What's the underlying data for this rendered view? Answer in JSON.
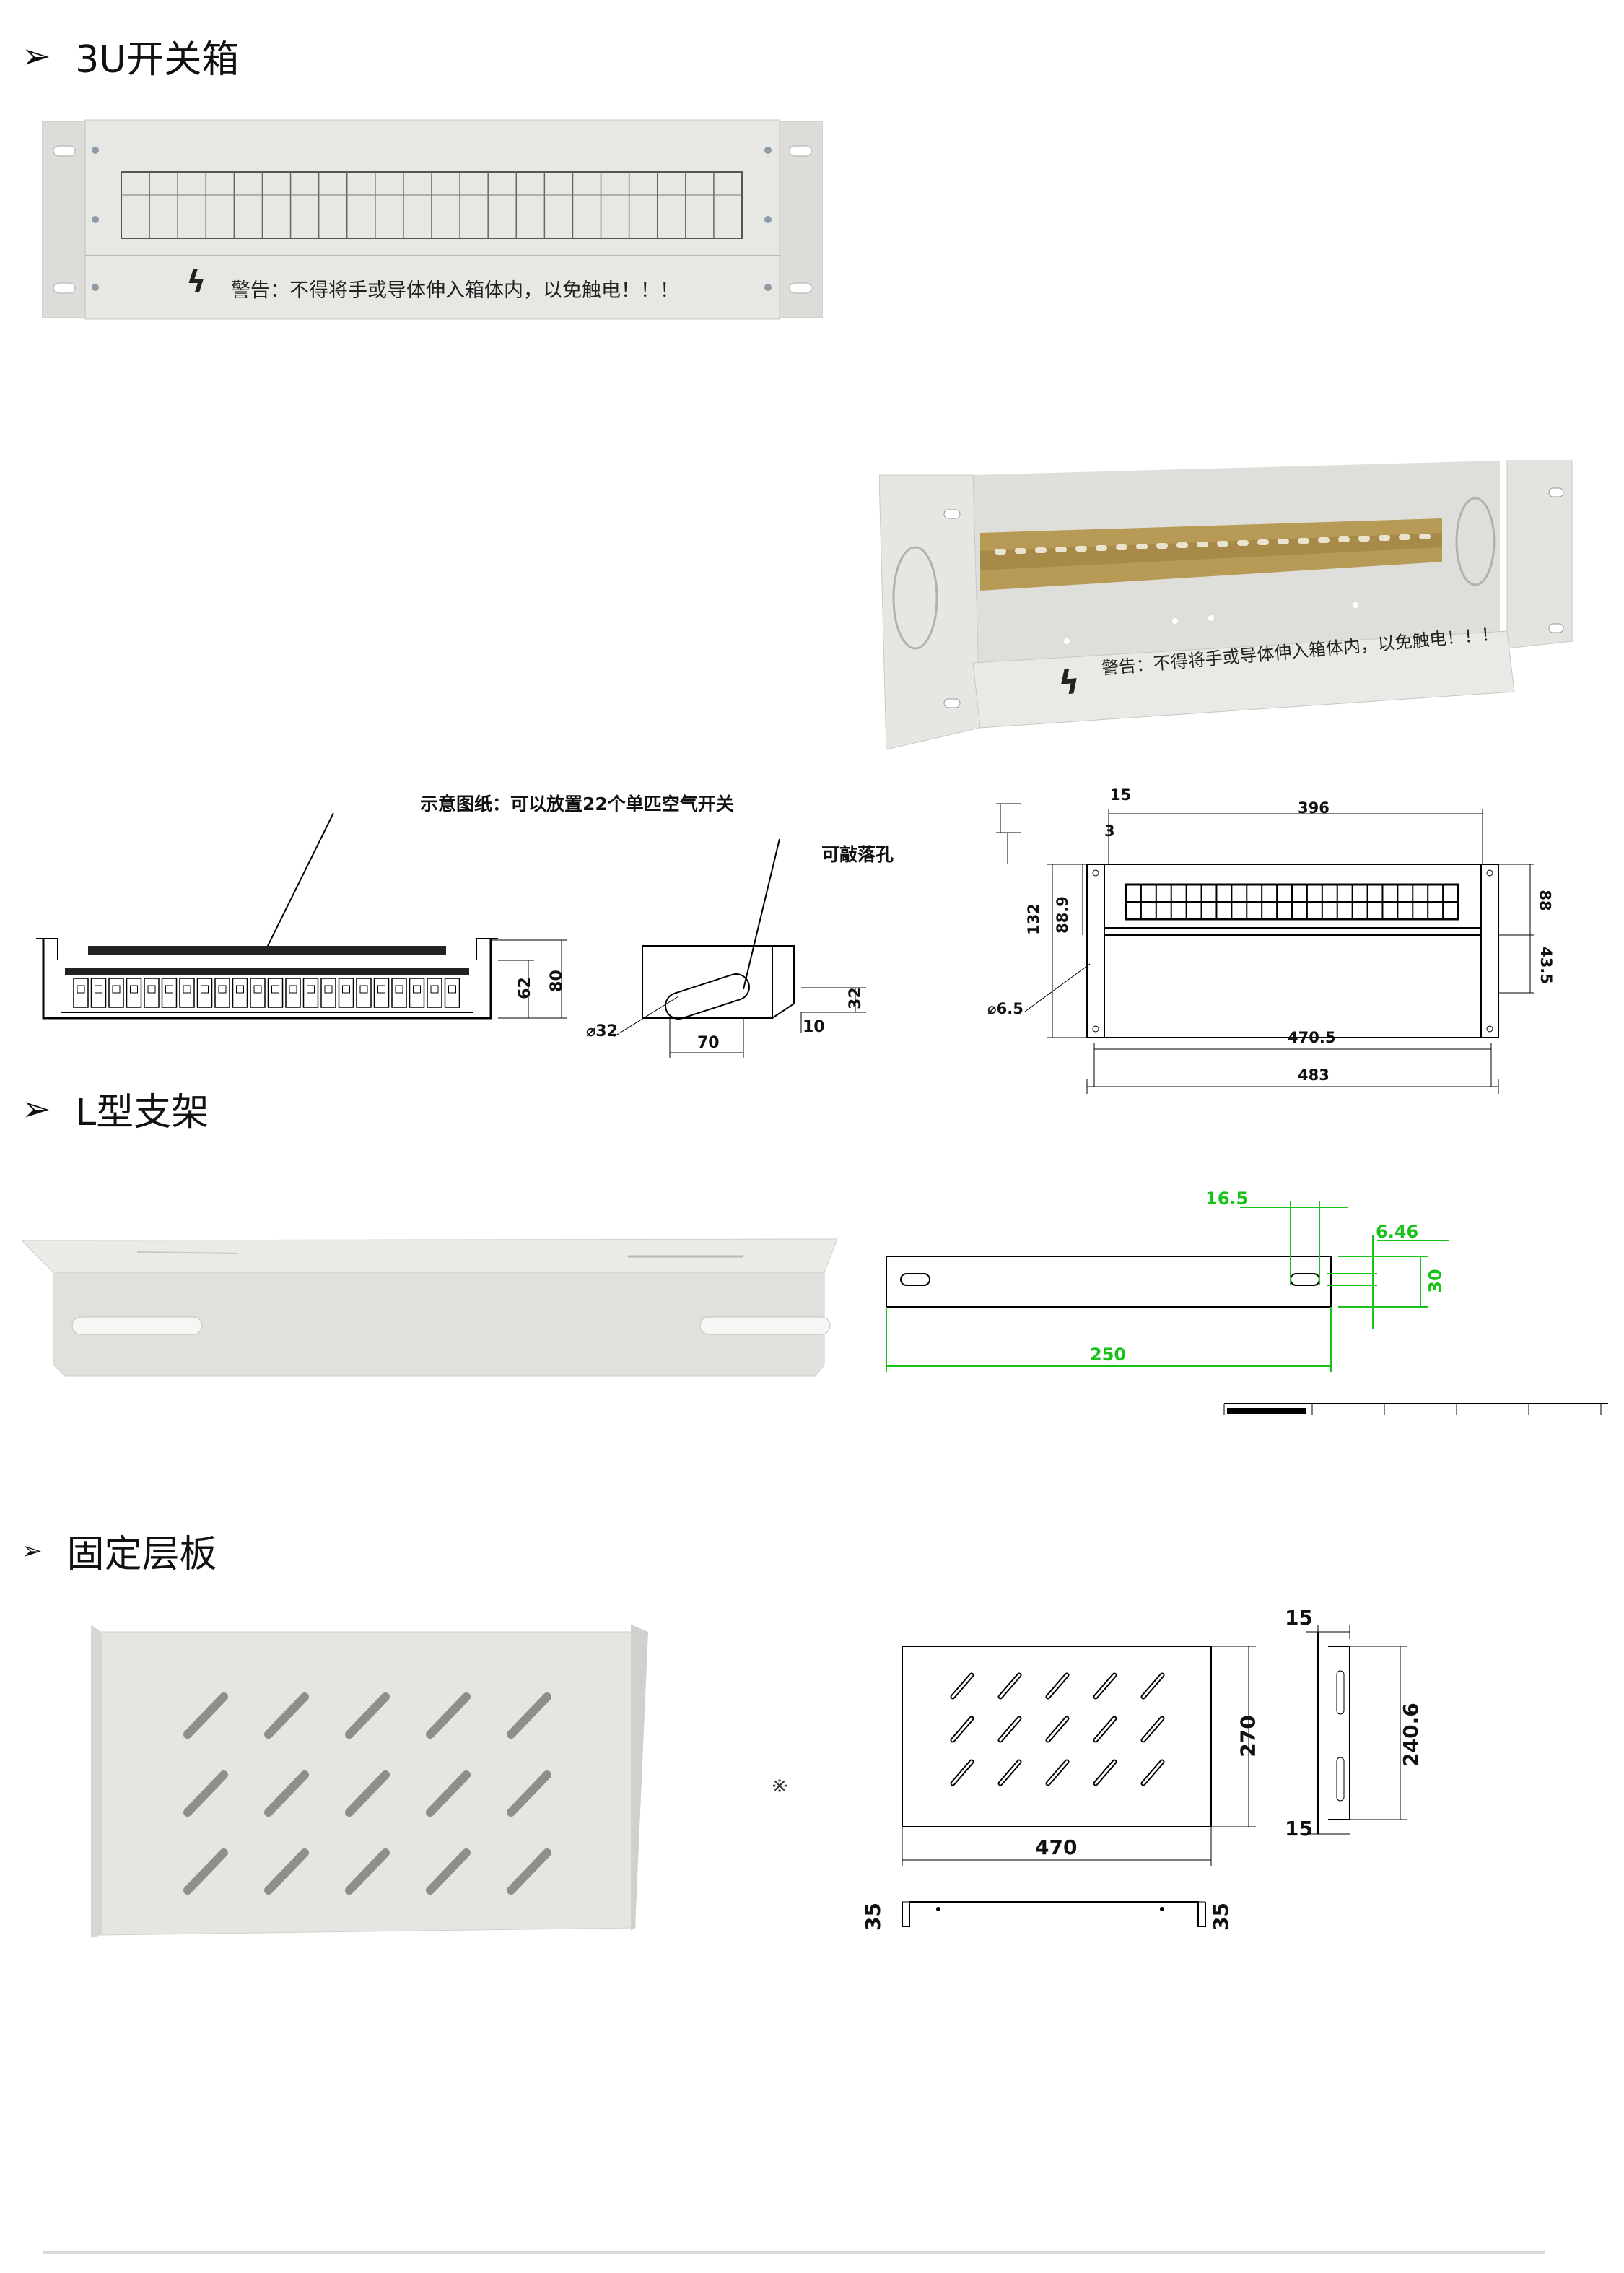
{
  "sections": [
    {
      "marker": "➢",
      "title": "3U开关箱"
    },
    {
      "marker": "➢",
      "title": "L型支架"
    },
    {
      "marker": "➢",
      "title": "固定层板"
    }
  ],
  "switchbox": {
    "front_warning": "警告：不得将手或导体伸入箱体内，以免触电！！！",
    "side_warning": "警告：不得将手或导体伸入箱体内，以免触电！！！",
    "lightning_glyph": "ϟ",
    "drawing_note": "示意图纸：可以放置22个单匹空气开关",
    "knockout_note": "可敲落孔",
    "dims": {
      "h62": "62",
      "h80": "80",
      "d32": "⌀32",
      "w70": "70",
      "w10": "10",
      "h32": "32",
      "w15": "15",
      "w3": "3",
      "w396": "396",
      "h132": "132",
      "h88_9": "88.9",
      "h88": "88",
      "h43_5": "43.5",
      "d6_5": "⌀6.5",
      "w470_5": "470.5",
      "w483": "483"
    }
  },
  "lbracket": {
    "dims": {
      "w16_5": "16.5",
      "w6_46": "6.46",
      "h30": "30",
      "w250": "250"
    }
  },
  "shelf": {
    "side_mark": "※",
    "dims": {
      "w15a": "15",
      "w15b": "15",
      "h240_6": "240.6",
      "h270": "270",
      "w470": "470",
      "h35a": "35",
      "h35b": "35"
    }
  },
  "colors": {
    "dim_green": "#19c219",
    "panel_grey": "#e3e4df",
    "rail_gold": "#b79a55"
  }
}
